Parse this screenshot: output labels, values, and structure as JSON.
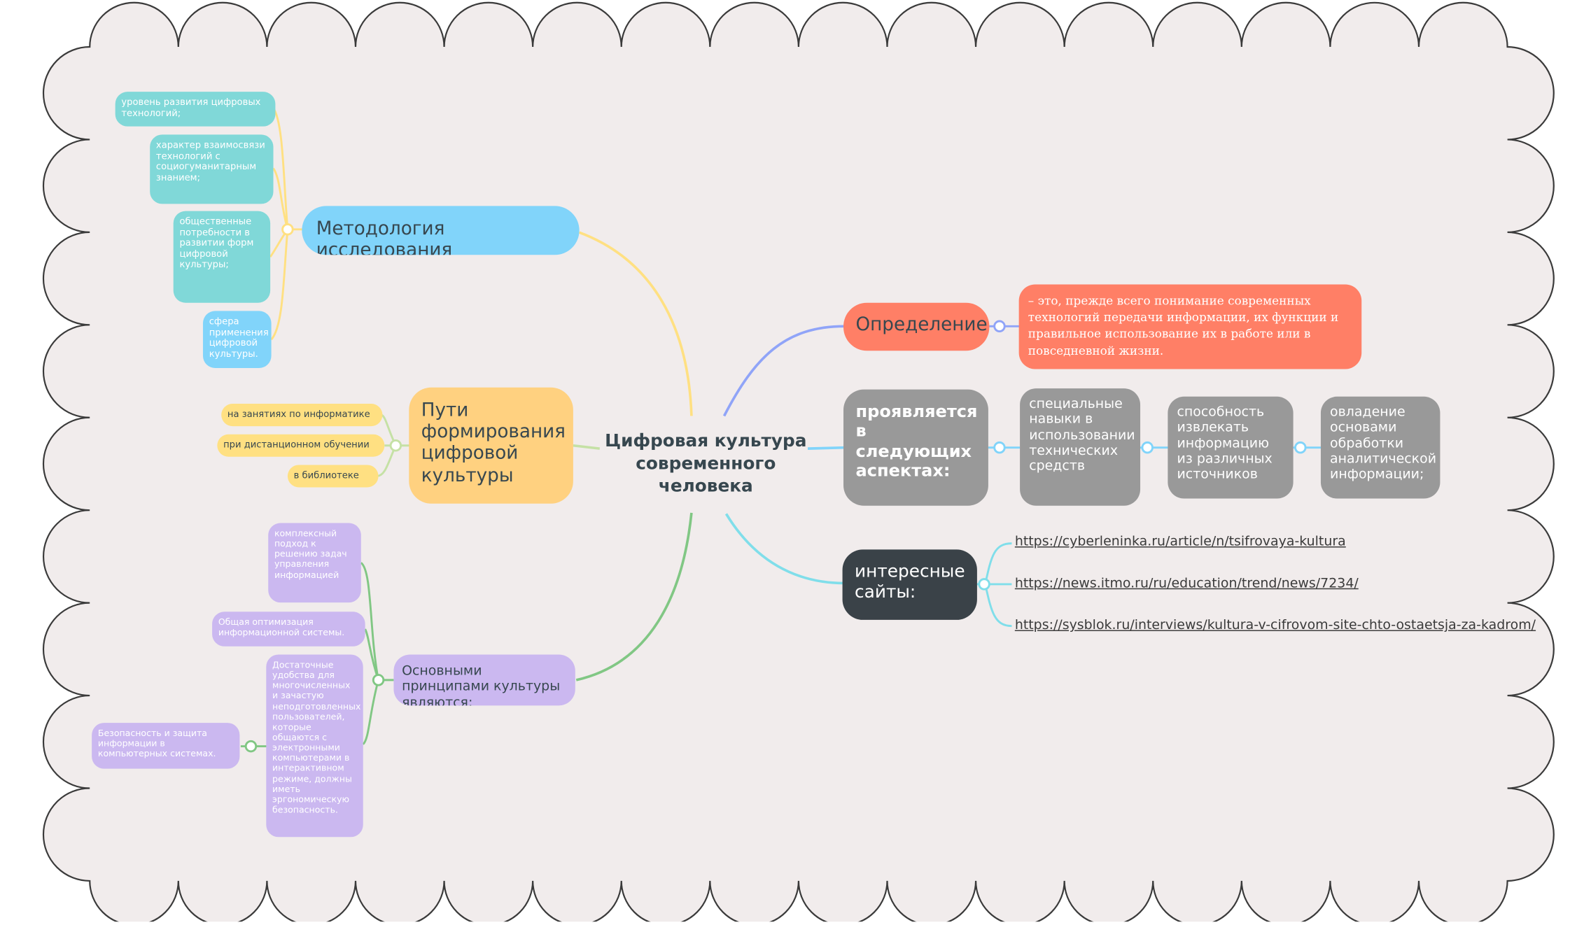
{
  "center": "Цифровая  культура современного человека",
  "colors": {
    "background": "#f1ecec",
    "methodology": "#81d4fa",
    "methodology_leaf": "#80d8d8",
    "ways": "#ffd180",
    "ways_leaf": "#ffe082",
    "principles": "#cbb8f0",
    "definition": "#ff7f66",
    "aspects": "#999999",
    "sites": "#3a4248"
  },
  "methodology": {
    "title": "Методология исследования",
    "items": [
      "уровень развития цифровых технологий;",
      "характер взаимосвязи технологий с социогуманитарным знанием;",
      "общественные потребности в развитии форм цифровой культуры;",
      "сфера применения цифровой культуры."
    ]
  },
  "ways": {
    "title": "Пути формирования цифровой культуры",
    "items": [
      "на занятиях по информатике",
      "при дистанционном обучении",
      "в библиотеке"
    ]
  },
  "principles": {
    "title": "Основными принципами культуры являются:",
    "items": [
      "комплексный подход к решению задач управления информацией",
      "Общая оптимизация информационной системы.",
      "Достаточные удобства для многочисленных и зачастую неподготовленных пользователей, которые общаются с электронными компьютерами в интерактивном режиме, должны иметь эргономическую безопасность."
    ],
    "sub_item": "Безопасность и защита информации в компьютерных системах."
  },
  "definition": {
    "title": "Определение",
    "text": "– это, прежде всего понимание современных технологий передачи информации, их функции и правильное использование их в работе или в повседневной жизни."
  },
  "aspects": {
    "title": "проявляется в следующих аспектах:",
    "items": [
      "специальные навыки в использовании технических средств",
      "способность извлекать информацию из различных источников",
      "овладение основами обработки аналитической информации;"
    ]
  },
  "sites": {
    "title": "интересные сайты:",
    "links": [
      "https://cyberleninka.ru/article/n/tsifrovaya-kultura",
      "https://news.itmo.ru/ru/education/trend/news/7234/",
      "https://sysblok.ru/interviews/kultura-v-cifrovom-site-chto-ostaetsja-za-kadrom/"
    ]
  }
}
